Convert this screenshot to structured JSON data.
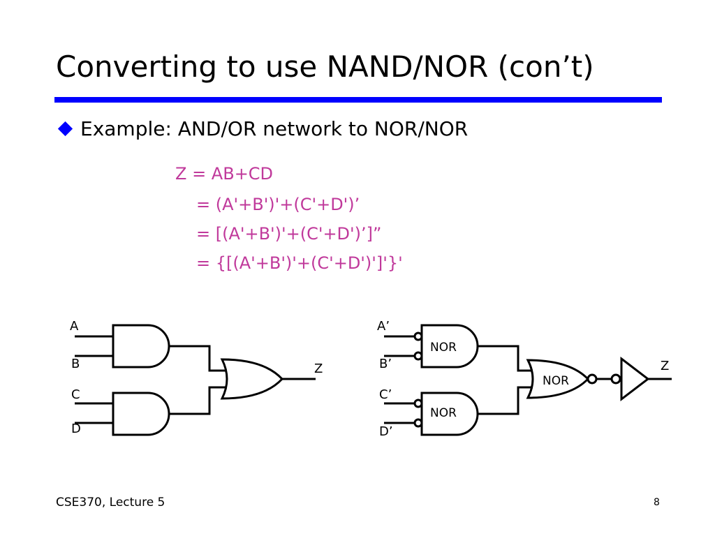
{
  "slide": {
    "title": "Converting to use NAND/NOR (con’t)",
    "bullet": "Example: AND/OR network to NOR/NOR",
    "equations": [
      "Z =  AB+CD",
      "= (A'+B')'+(C'+D')’",
      "= [(A'+B')'+(C'+D')’]”",
      "= {[(A'+B')'+(C'+D')']'}'"
    ],
    "colors": {
      "rule": "#0000ff",
      "bullet": "#0000ff",
      "equation": "#c0399b"
    }
  },
  "left_circuit": {
    "inputs": [
      "A",
      "B",
      "C",
      "D"
    ],
    "output": "Z"
  },
  "right_circuit": {
    "inputs": [
      "A’",
      "B’",
      "C’",
      "D’"
    ],
    "gate_top": "NOR",
    "gate_bottom": "NOR",
    "gate_out": "NOR",
    "output": "Z"
  },
  "footer": {
    "course": "CSE370, Lecture 5",
    "page": "8"
  }
}
